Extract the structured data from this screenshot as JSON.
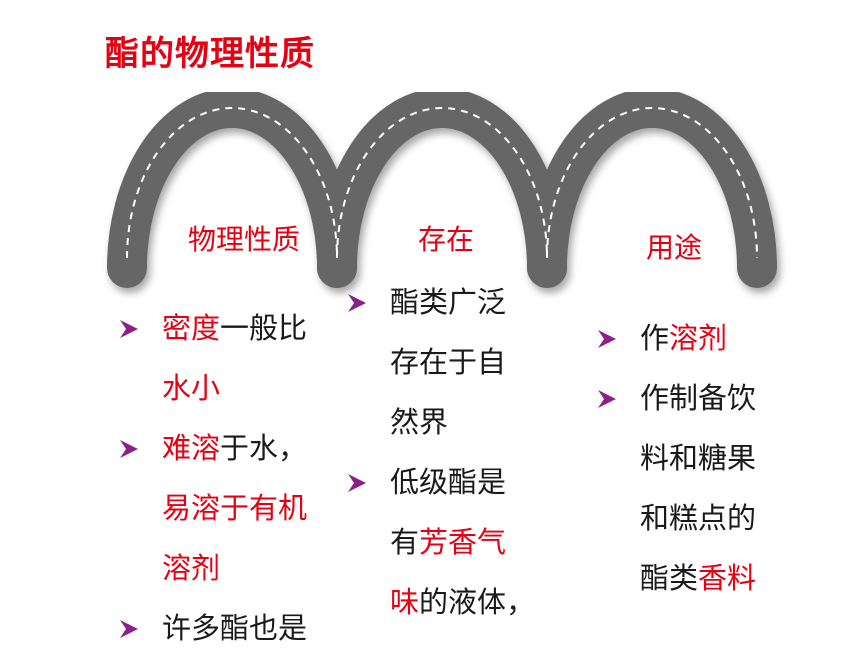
{
  "title": "酯的物理性质",
  "sections": {
    "physical": "物理性质",
    "existence": "存在",
    "uses": "用途"
  },
  "col1": {
    "b1": {
      "r1": "密度",
      "t1": "一般比",
      "r2": "水小"
    },
    "b2": {
      "r1": "难溶",
      "t1": "于水，",
      "r2": "易溶于有机",
      "r3": "溶剂"
    },
    "b3": {
      "t1": "许多酯也是"
    }
  },
  "col2": {
    "b1": {
      "t1": "酯类广泛",
      "t2": "存在于自",
      "t3": "然界"
    },
    "b2": {
      "t1": "低级酯是",
      "t2": "有",
      "r1": "芳香气",
      "r2": "味",
      "t3": "的液体，"
    }
  },
  "col3": {
    "b1": {
      "t1": "作",
      "r1": "溶剂"
    },
    "b2": {
      "t1": "作制备饮",
      "t2": "料和糖果",
      "t3": "和糕点的",
      "t4": "酯类",
      "r1": "香料"
    }
  },
  "colors": {
    "accent": "#e60012",
    "bullet": "#8e1e8a",
    "road": "#666666",
    "dash": "#ffffff"
  },
  "icons": {
    "bullet": "arrow-bullet-icon"
  }
}
